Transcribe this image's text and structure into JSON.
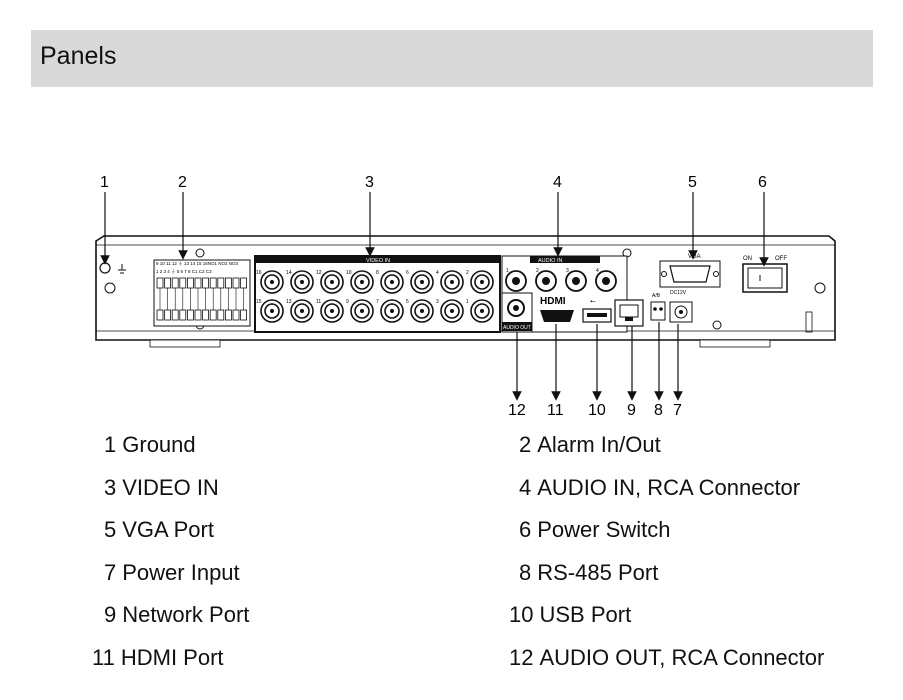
{
  "header": {
    "title": "Panels"
  },
  "callouts": [
    "1",
    "2",
    "3",
    "4",
    "5",
    "6",
    "12",
    "11",
    "10",
    "9",
    "8",
    "7"
  ],
  "panel_text": {
    "video_in": "VIDEO IN",
    "audio_in": "AUDIO IN",
    "audio_out": "AUDIO OUT",
    "vga": "VGA",
    "on": "ON",
    "off": "OFF",
    "hdmi": "HDMI",
    "ab": "A/B",
    "dc12v": "DC12V",
    "alarm_top": "9 10 11 12 ⏚ 13 14 15 16NO1 NO2 NO3",
    "alarm_bottom": "1 2 3 4 ⏚ 5 6 7 8 C1 C2 C3",
    "video_top_nums": [
      "16",
      "14",
      "12",
      "10",
      "8",
      "6",
      "4",
      "2"
    ],
    "video_bottom_nums": [
      "15",
      "13",
      "11",
      "9",
      "7",
      "5",
      "3",
      "1"
    ],
    "audio_nums": [
      "1",
      "2",
      "3",
      "4"
    ]
  },
  "legend": [
    {
      "num": "1",
      "text": "Ground"
    },
    {
      "num": "2",
      "text": "Alarm In/Out"
    },
    {
      "num": "3",
      "text": "VIDEO IN"
    },
    {
      "num": "4",
      "text": "AUDIO IN, RCA Connector"
    },
    {
      "num": "5",
      "text": "VGA Port"
    },
    {
      "num": "6",
      "text": "Power Switch"
    },
    {
      "num": "7",
      "text": "Power Input"
    },
    {
      "num": "8",
      "text": "RS-485 Port"
    },
    {
      "num": "9",
      "text": "Network Port"
    },
    {
      "num": "10",
      "text": "USB Port"
    },
    {
      "num": "11",
      "text": "HDMI Port"
    },
    {
      "num": "12",
      "text": "AUDIO OUT, RCA Connector"
    }
  ]
}
